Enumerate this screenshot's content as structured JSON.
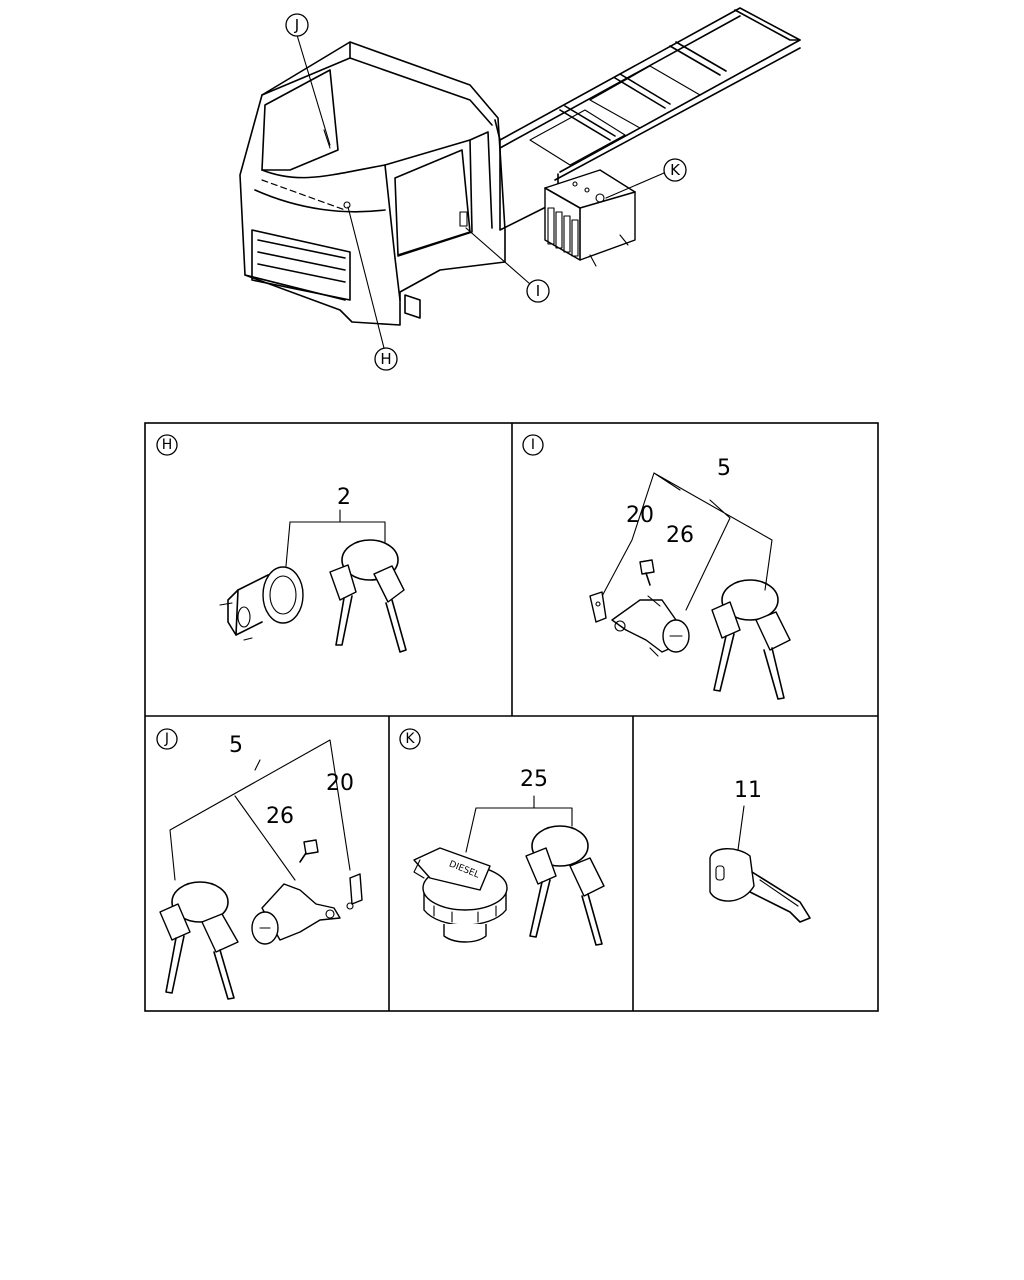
{
  "overview": {
    "callouts": [
      "J",
      "K",
      "I",
      "H"
    ]
  },
  "panels": [
    {
      "letter": "H",
      "parts": [
        "2"
      ]
    },
    {
      "letter": "I",
      "parts": [
        "5",
        "20",
        "26"
      ]
    },
    {
      "letter": "J",
      "parts": [
        "5",
        "26",
        "20"
      ]
    },
    {
      "letter": "K",
      "parts": [
        "25"
      ],
      "cap_text": "DIESEL"
    },
    {
      "letter": "",
      "parts": [
        "11"
      ]
    }
  ]
}
